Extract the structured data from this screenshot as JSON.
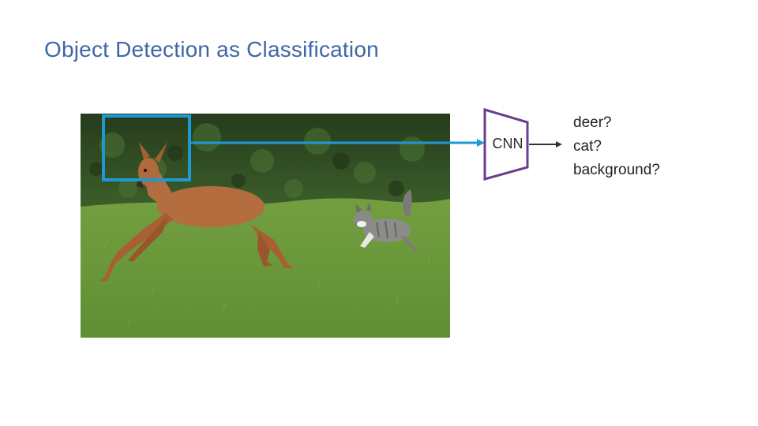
{
  "slide": {
    "title": "Object Detection as Classification"
  },
  "photo": {
    "subjects": [
      "deer",
      "cat"
    ],
    "colors": {
      "grass": "#6e9a3a",
      "hedge": "#2f4a22",
      "deer": "#b06a3c",
      "cat": "#8a8a88"
    }
  },
  "diagram": {
    "box_color": "#1d9ad6",
    "network": {
      "label": "CNN",
      "color": "#6a3d8e",
      "shape": "trapezoid"
    },
    "arrow_color": "#333333",
    "outputs": [
      "deer?",
      "cat?",
      "background?"
    ]
  }
}
